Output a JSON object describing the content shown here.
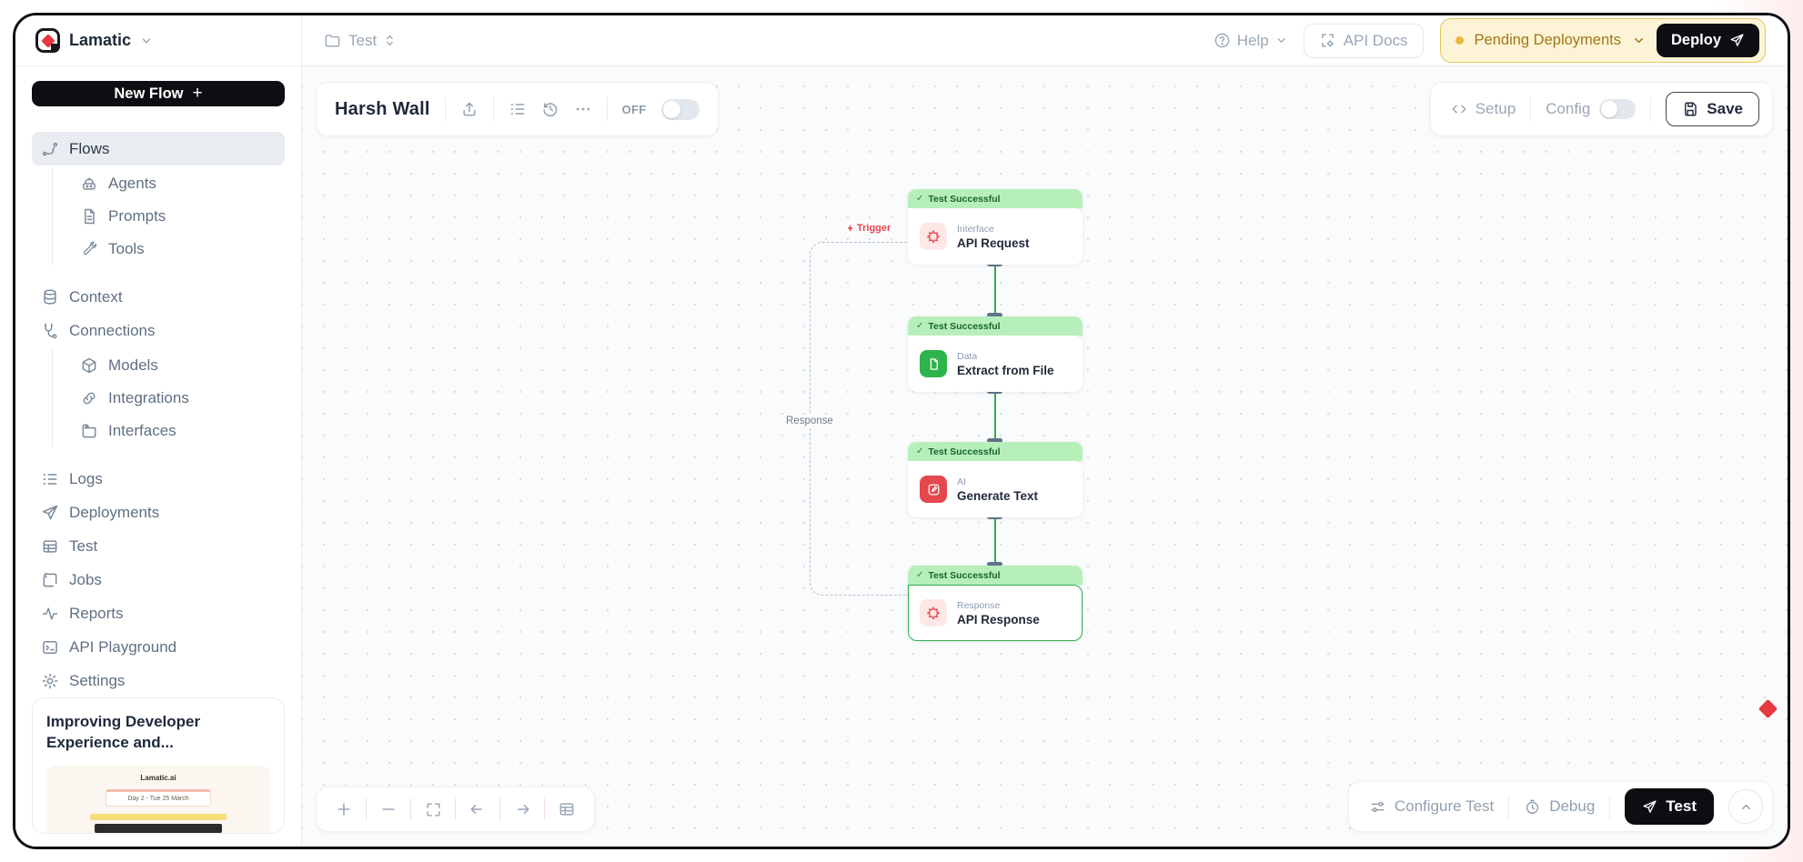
{
  "brand": {
    "name": "Lamatic"
  },
  "topbar": {
    "breadcrumb": "Test",
    "help_label": "Help",
    "api_docs_label": "API Docs",
    "deployment_status": "Pending Deployments",
    "deploy_label": "Deploy"
  },
  "sidebar": {
    "new_flow_label": "New Flow",
    "new_flow_plus": "+",
    "items": [
      {
        "label": "Flows",
        "icon": "flow-icon",
        "active": true
      },
      {
        "label": "Agents",
        "icon": "robot-icon"
      },
      {
        "label": "Prompts",
        "icon": "file-text-icon"
      },
      {
        "label": "Tools",
        "icon": "wrench-icon"
      },
      {
        "label": "Context",
        "icon": "database-icon"
      },
      {
        "label": "Connections",
        "icon": "plug-icon"
      },
      {
        "label": "Models",
        "icon": "cube-icon"
      },
      {
        "label": "Integrations",
        "icon": "link-icon"
      },
      {
        "label": "Interfaces",
        "icon": "window-icon"
      },
      {
        "label": "Logs",
        "icon": "list-icon"
      },
      {
        "label": "Deployments",
        "icon": "paper-plane-icon"
      },
      {
        "label": "Test",
        "icon": "table-icon"
      },
      {
        "label": "Jobs",
        "icon": "refresh-square-icon"
      },
      {
        "label": "Reports",
        "icon": "pulse-icon"
      },
      {
        "label": "API Playground",
        "icon": "terminal-icon"
      },
      {
        "label": "Settings",
        "icon": "gear-icon"
      }
    ],
    "promo_card": {
      "title": "Improving Developer Experience and...",
      "image_brand": "Lamatic.ai",
      "image_caption": "Day 2 - Tue 25 March"
    }
  },
  "canvas": {
    "flow_title": "Harsh Wall",
    "off_label": "OFF",
    "setup_label": "Setup",
    "config_label": "Config",
    "save_label": "Save",
    "trigger_label": "Trigger",
    "response_label": "Response",
    "nodes": [
      {
        "status": "Test Successful",
        "check": "✓",
        "category": "Interface",
        "title": "API Request",
        "icon": "flower-icon"
      },
      {
        "status": "Test Successful",
        "check": "✓",
        "category": "Data",
        "title": "Extract from File",
        "icon": "document-icon"
      },
      {
        "status": "Test Successful",
        "check": "✓",
        "category": "AI",
        "title": "Generate Text",
        "icon": "pencil-icon"
      },
      {
        "status": "Test Successful",
        "check": "✓",
        "category": "Response",
        "title": "API Response",
        "icon": "flower-icon",
        "selected": true
      }
    ],
    "footer": {
      "configure_test_label": "Configure Test",
      "debug_label": "Debug",
      "test_label": "Test"
    }
  },
  "colors": {
    "accent_green": "#2fae4e",
    "banner_green": "#b7efba",
    "accent_red": "#e5484d",
    "pending_yellow_bg": "#fdf4d7",
    "pending_yellow_border": "#e3c75c",
    "pending_yellow_text": "#a07617",
    "button_black": "#0c0e12"
  }
}
